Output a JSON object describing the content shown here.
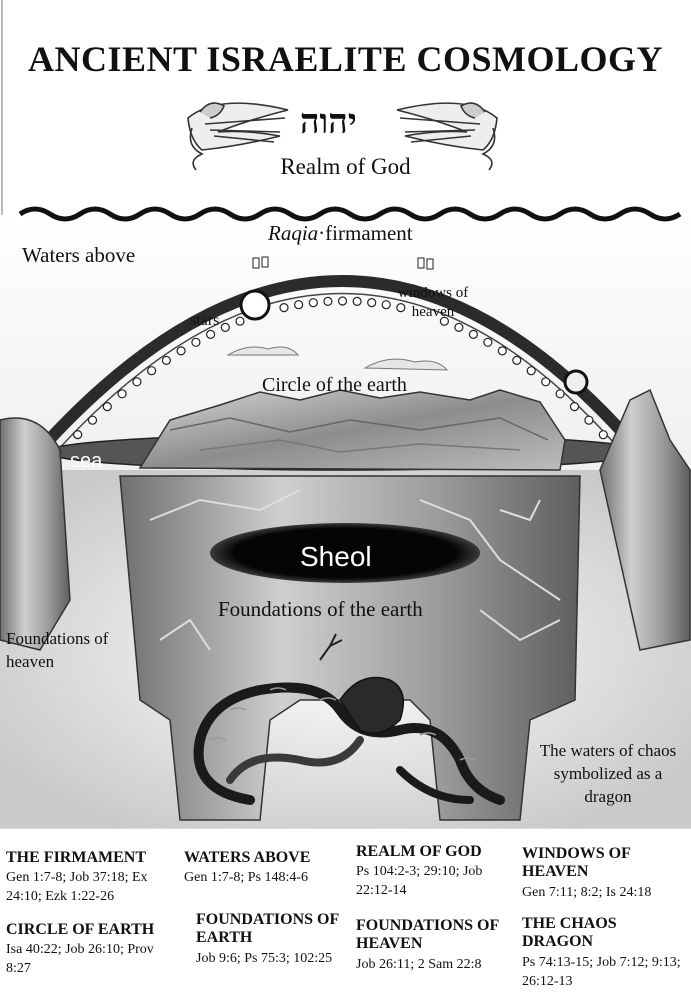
{
  "title": "ANCIENT ISRAELITE COSMOLOGY",
  "divine_name": "יהוה",
  "labels": {
    "realm_of_god": "Realm of God",
    "raqia_italic": "Raqia",
    "raqia_rest": "·firmament",
    "waters_above": "Waters above",
    "stars": "stars",
    "windows_of_heaven": "windows of heaven",
    "circle_of_the_earth": "Circle of the earth",
    "sea": "sea",
    "sheol": "Sheol",
    "foundations_of_the_earth": "Foundations of the earth",
    "foundations_of_heaven": "Foundations of heaven",
    "chaos_dragon": "The waters of chaos symbolized as a dragon"
  },
  "references": [
    {
      "heading": "THE FIRMAMENT",
      "text": "Gen 1:7-8; Job 37:18; Ex 24:10; Ezk 1:22-26"
    },
    {
      "heading": "WATERS ABOVE",
      "text": "Gen 1:7-8; Ps 148:4-6"
    },
    {
      "heading": "REALM OF GOD",
      "text": "Ps 104:2-3; 29:10; Job 22:12-14"
    },
    {
      "heading": "WINDOWS OF HEAVEN",
      "text": "Gen 7:11; 8:2; Is 24:18"
    },
    {
      "heading": "CIRCLE OF EARTH",
      "text": "Isa 40:22; Job 26:10; Prov 8:27"
    },
    {
      "heading": "FOUNDATIONS OF EARTH",
      "text": "Job 9:6; Ps 75:3; 102:25"
    },
    {
      "heading": "FOUNDATIONS OF HEAVEN",
      "text": "Job 26:11; 2 Sam 22:8"
    },
    {
      "heading": "THE CHAOS DRAGON",
      "text": "Ps 74:13-15; Job 7:12; 9:13; 26:12-13"
    }
  ],
  "colors": {
    "ink": "#111111",
    "dome": "#333333",
    "sheol": "#0a0a0a",
    "rock_light": "#bdbdbd",
    "rock_dark": "#5a5a5a"
  }
}
